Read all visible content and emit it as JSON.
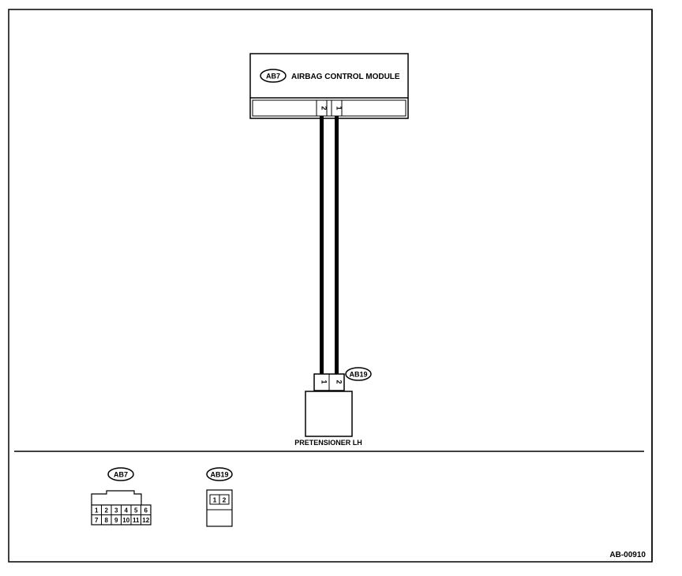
{
  "module": {
    "connector_id": "AB7",
    "name": "AIRBAG CONTROL MODULE",
    "pins": [
      "2",
      "1"
    ]
  },
  "pretensioner": {
    "connector_id": "AB19",
    "name": "PRETENSIONER LH",
    "pins": [
      "1",
      "2"
    ]
  },
  "legend": {
    "ab7": {
      "id": "AB7",
      "top_row": [
        "1",
        "2",
        "3",
        "4",
        "5",
        "6"
      ],
      "bottom_row": [
        "7",
        "8",
        "9",
        "10",
        "11",
        "12"
      ]
    },
    "ab19": {
      "id": "AB19",
      "pins": [
        "1",
        "2"
      ]
    }
  },
  "figure_code": "AB-00910"
}
